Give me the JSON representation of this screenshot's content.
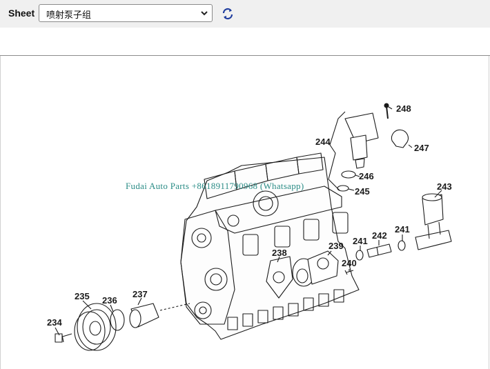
{
  "toolbar": {
    "sheet_label": "Sheet",
    "sheet_select_value": "喷射泵子组",
    "refresh_icon": "refresh-icon",
    "dropdown_icon": "chevron-down-icon"
  },
  "diagram": {
    "callouts": [
      "248",
      "244",
      "247",
      "246",
      "245",
      "243",
      "239",
      "242",
      "241",
      "241",
      "240",
      "238",
      "235",
      "236",
      "237",
      "234"
    ]
  },
  "watermark": "Fudai Auto Parts +8618911790968 (Whatsapp)"
}
